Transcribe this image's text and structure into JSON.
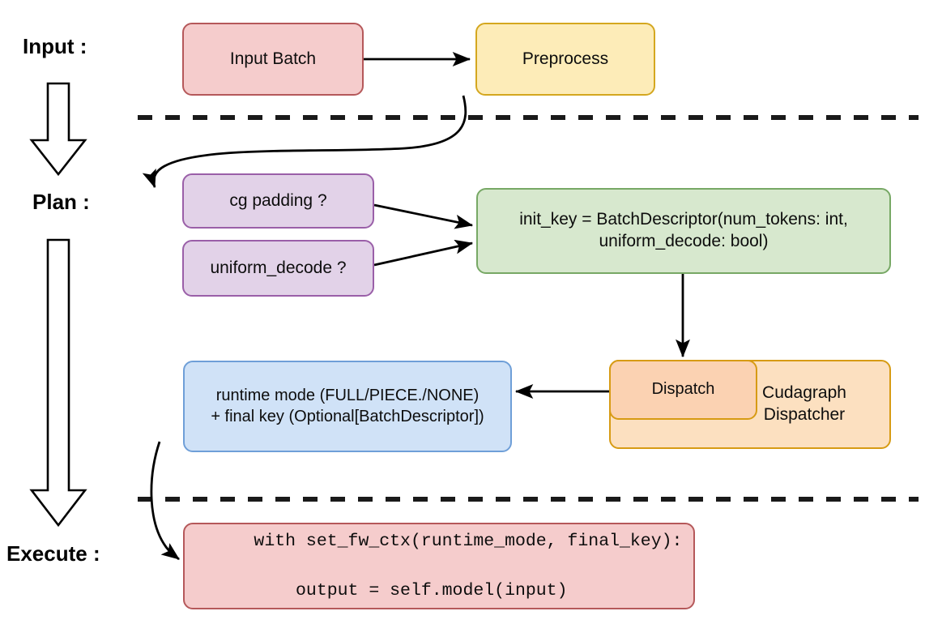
{
  "diagram": {
    "title": "vLLM cudagraph dispatch pipeline",
    "type": "flowchart",
    "stages": [
      {
        "id": "input",
        "label": "Input :"
      },
      {
        "id": "plan",
        "label": "Plan :"
      },
      {
        "id": "execute",
        "label": "Execute :"
      }
    ],
    "nodes": [
      {
        "id": "input-batch",
        "label": "Input Batch",
        "fill": "#f5cccc",
        "stroke": "#b5585a"
      },
      {
        "id": "preprocess",
        "label": "Preprocess",
        "fill": "#fdecb8",
        "stroke": "#d4a71f"
      },
      {
        "id": "cg-padding",
        "label": "cg padding ?",
        "fill": "#e2d2e8",
        "stroke": "#9a5fa8"
      },
      {
        "id": "uniform-decode",
        "label": "uniform_decode ?",
        "fill": "#e2d2e8",
        "stroke": "#9a5fa8"
      },
      {
        "id": "init-key",
        "label_line1": "init_key = BatchDescriptor(num_tokens: int,",
        "label_line2": "uniform_decode: bool)",
        "fill": "#d7e8ce",
        "stroke": "#77a865"
      },
      {
        "id": "cudagraph-dispatcher",
        "label_line1": "Cudagraph",
        "label_line2": "Dispatcher",
        "fill": "#fce0c0",
        "stroke": "#d79b14"
      },
      {
        "id": "dispatch",
        "label": "Dispatch",
        "fill": "#fbd2b2",
        "stroke": "#d79b14"
      },
      {
        "id": "runtime-mode",
        "label_line1": "runtime mode (FULL/PIECE./NONE)",
        "label_line2": "+ final key (Optional[BatchDescriptor])",
        "fill": "#d0e2f7",
        "stroke": "#6f9fd8"
      },
      {
        "id": "execute-code",
        "label_line1": "with set_fw_ctx(runtime_mode, final_key):",
        "label_line2": "    output = self.model(input)",
        "fill": "#f5cccc",
        "stroke": "#b5585a"
      }
    ],
    "edges": [
      {
        "id": "edge-input-to-preprocess",
        "from": "input-batch",
        "to": "preprocess"
      },
      {
        "id": "edge-preprocess-to-cg-padding",
        "from": "preprocess",
        "to": "cg-padding"
      },
      {
        "id": "edge-cg-padding-to-init-key",
        "from": "cg-padding",
        "to": "init-key"
      },
      {
        "id": "edge-uniform-to-init-key",
        "from": "uniform-decode",
        "to": "init-key"
      },
      {
        "id": "edge-init-key-to-dispatch",
        "from": "init-key",
        "to": "dispatch"
      },
      {
        "id": "edge-dispatch-to-runtime-mode",
        "from": "dispatch",
        "to": "runtime-mode"
      },
      {
        "id": "edge-runtime-mode-to-code",
        "from": "runtime-mode",
        "to": "execute-code"
      }
    ],
    "dividers": [
      {
        "id": "divider-input-plan",
        "style": "dashed"
      },
      {
        "id": "divider-plan-execute",
        "style": "dashed"
      }
    ],
    "stage_arrows": [
      {
        "id": "stage-arrow-input-to-plan"
      },
      {
        "id": "stage-arrow-plan-to-execute"
      }
    ],
    "colors": {
      "ink": "#000000",
      "divider": "#1a1a1a",
      "arrow": "#000000",
      "background": "#ffffff"
    }
  }
}
